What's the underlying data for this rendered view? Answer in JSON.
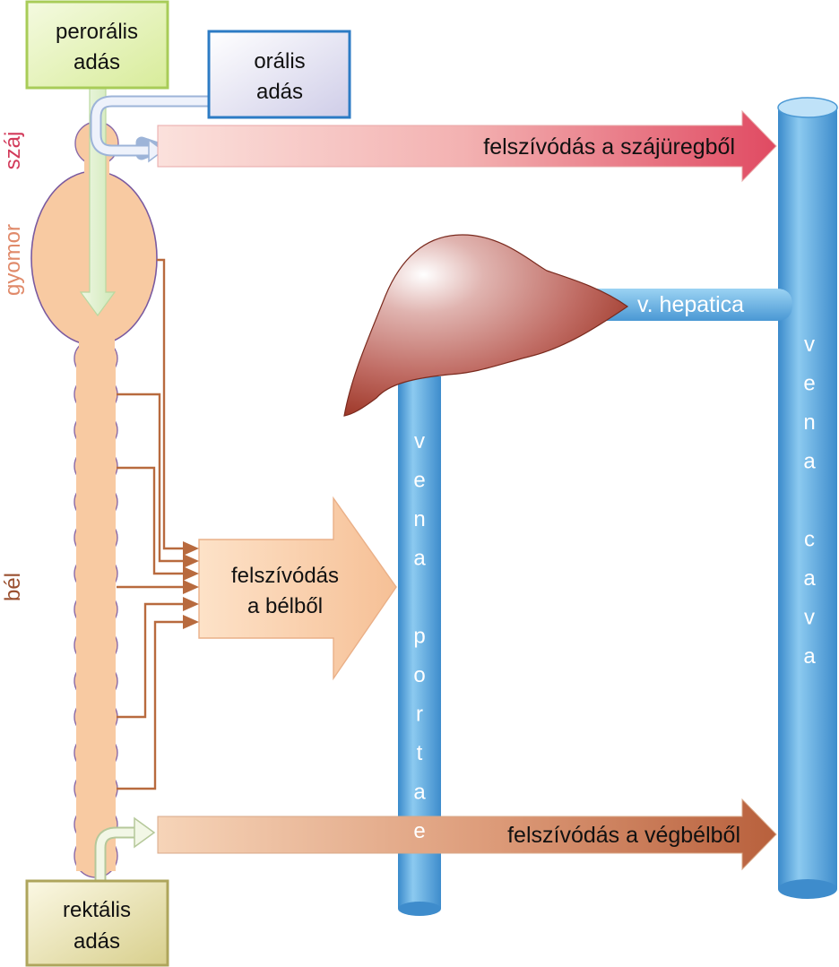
{
  "boxes": {
    "peroralis": [
      "perorális",
      "adás"
    ],
    "oralis": [
      "orális",
      "adás"
    ],
    "rektalis": [
      "rektális",
      "adás"
    ]
  },
  "organs": {
    "szaj": "száj",
    "gyomor": "gyomor",
    "bel": "bél"
  },
  "arrows": {
    "szajureg": "felszívódás a szájüregből",
    "bel": [
      "felszívódás",
      "a bélből"
    ],
    "vegbel": "felszívódás a végbélből"
  },
  "vessels": {
    "hepatica": "v. hepatica",
    "portae": [
      "v",
      "e",
      "n",
      "a",
      "",
      "p",
      "o",
      "r",
      "t",
      "a",
      "e"
    ],
    "cava": [
      "v",
      "e",
      "n",
      "a",
      "",
      "c",
      "a",
      "v",
      "a"
    ]
  },
  "colors": {
    "szaj": "#d23a5a",
    "gyomor": "#e08a6a",
    "bel": "#9a5030",
    "vessel": "#5aa6dc",
    "mouth_arrow": "#e0506a",
    "gut_arrow": "#f7c9a0",
    "rectal_arrow": "#c07050"
  }
}
